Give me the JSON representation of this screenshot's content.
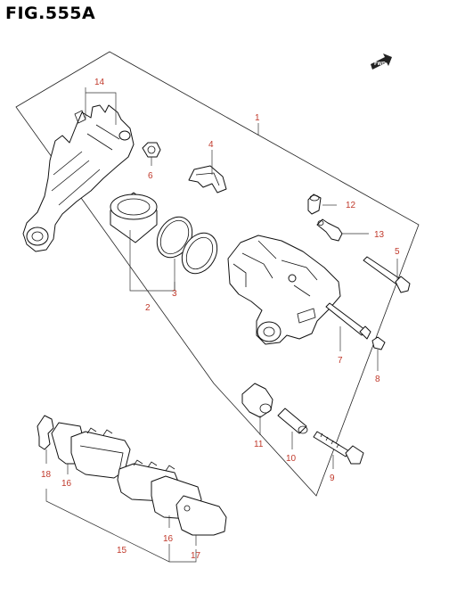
{
  "figure": {
    "title": "FIG.555A"
  },
  "direction_marker": {
    "text": "FWD"
  },
  "callouts": {
    "c1": "1",
    "c2": "2",
    "c3": "3",
    "c4": "4",
    "c5": "5",
    "c6": "6",
    "c7": "7",
    "c8": "8",
    "c9": "9",
    "c10": "10",
    "c11": "11",
    "c12": "12",
    "c13": "13",
    "c14": "14",
    "c15": "15",
    "c16a": "16",
    "c16b": "16",
    "c17": "17",
    "c18": "18"
  },
  "colors": {
    "callout": "#c0392b",
    "line": "#222222"
  }
}
